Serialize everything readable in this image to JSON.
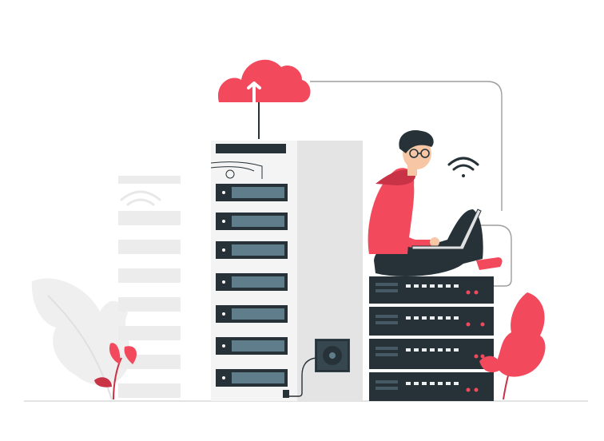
{
  "illustration": {
    "subject": "person-with-laptop-on-server-stack",
    "icons": [
      "cloud-upload-icon",
      "wifi-icon",
      "server-rack",
      "network-switch-stack",
      "power-supply-box",
      "leaf-plant"
    ],
    "colors": {
      "accent": "#f2495c",
      "accent_dark": "#c93346",
      "rack_dark": "#263238",
      "rack_light": "#f0f0f0",
      "rack_side": "#e0e0e0",
      "ghost": "#ebebeb",
      "skin": "#f7c7a5",
      "hair": "#263238",
      "cable": "#9e9e9e",
      "plant_pale": "#efefef"
    }
  }
}
